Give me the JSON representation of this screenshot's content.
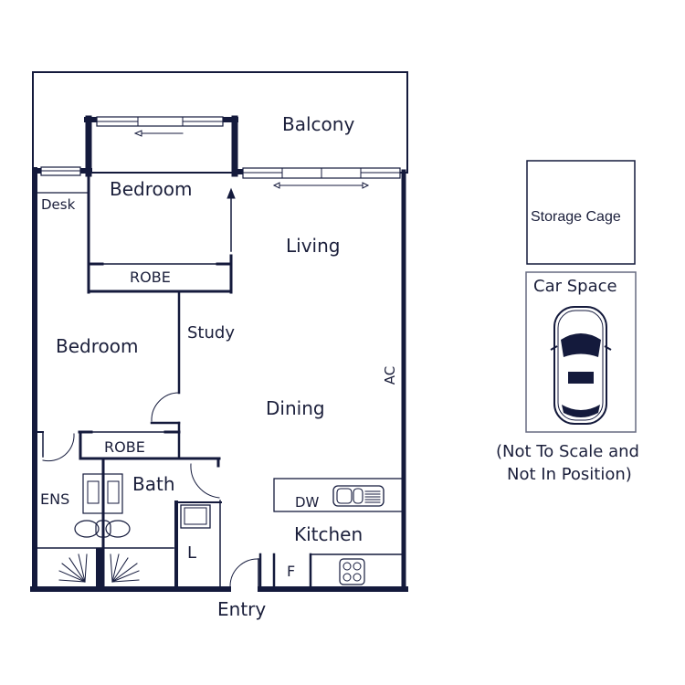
{
  "floorplan": {
    "colors": {
      "wall": "#141a3c",
      "line": "#1b1f3b",
      "background": "#ffffff"
    },
    "rooms": {
      "balcony": "Balcony",
      "bedroom1": "Bedroom",
      "desk": "Desk",
      "robe1": "ROBE",
      "living": "Living",
      "study": "Study",
      "bedroom2": "Bedroom",
      "ac": "AC",
      "dining": "Dining",
      "robe2": "ROBE",
      "bath": "Bath",
      "ens": "ENS",
      "dw": "DW",
      "kitchen": "Kitchen",
      "laundry": "L",
      "fridge": "F",
      "entry": "Entry"
    }
  },
  "extras": {
    "storage_cage": "Storage Cage",
    "car_space": "Car Space",
    "car_icon": "car-topview-icon",
    "note_line1": "(Not To Scale and",
    "note_line2": "Not In Position)"
  }
}
